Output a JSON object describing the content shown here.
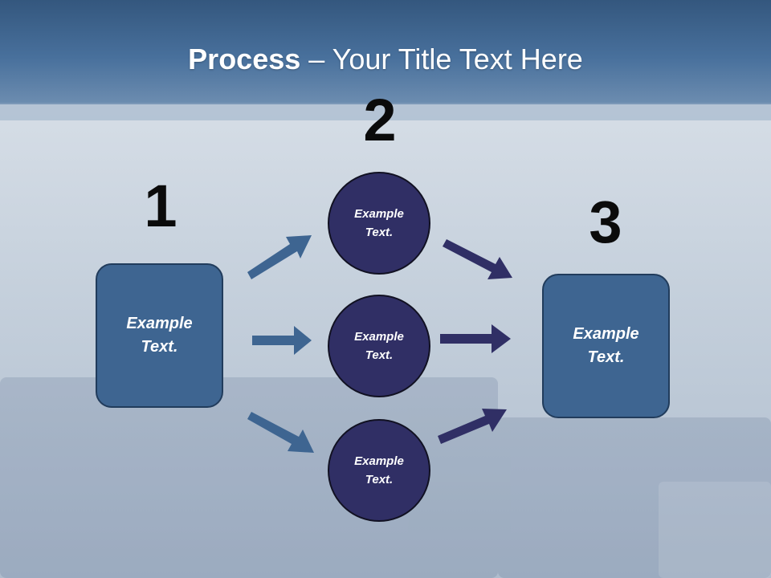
{
  "slide": {
    "title_bold": "Process",
    "title_rest": " – Your Title Text Here"
  },
  "steps": {
    "num1": "1",
    "num2": "2",
    "num3": "3"
  },
  "nodes": {
    "box1": {
      "line1": "Example",
      "line2": "Text."
    },
    "box3": {
      "line1": "Example",
      "line2": "Text."
    },
    "circle1": {
      "line1": "Example",
      "line2": "Text."
    },
    "circle2": {
      "line1": "Example",
      "line2": "Text."
    },
    "circle3": {
      "line1": "Example",
      "line2": "Text."
    }
  },
  "colors": {
    "box_fill": "#3e6591",
    "circle_fill": "#302f65",
    "arrow_left": "#3e6591",
    "arrow_right": "#302f65",
    "header": "#3f668f"
  }
}
